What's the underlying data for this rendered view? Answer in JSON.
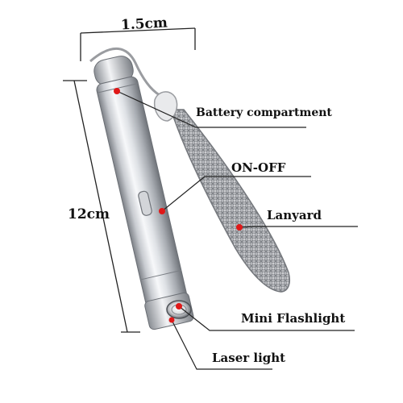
{
  "dimensions": {
    "width_label": "1.5cm",
    "length_label": "12cm"
  },
  "callouts": {
    "battery": "Battery compartment",
    "switch": "ON-OFF",
    "lanyard": "Lanyard",
    "flashlight": "Mini Flashlight",
    "laser": "Laser light"
  },
  "colors": {
    "leader_line": "#222222",
    "marker_dot": "#e01818",
    "metal_light": "#f4f5f7",
    "metal_dark": "#8e9298",
    "lanyard_strap": "#a7a9ad"
  }
}
